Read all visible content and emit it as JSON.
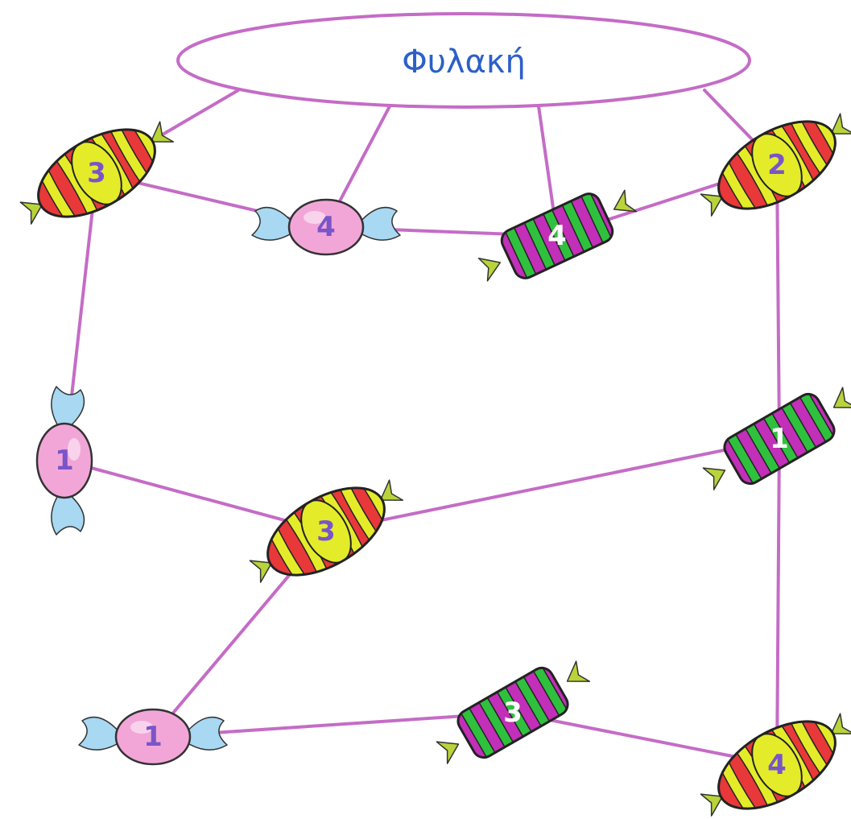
{
  "prison": {
    "label": "Φυλακή"
  },
  "candies": [
    {
      "id": "c-topleft",
      "type": "striped-yellow",
      "number": "3"
    },
    {
      "id": "c-topmid-pink",
      "type": "pink-wrapped",
      "number": "4"
    },
    {
      "id": "c-topmid-green",
      "type": "striped-green",
      "number": "4"
    },
    {
      "id": "c-topright",
      "type": "striped-yellow",
      "number": "2"
    },
    {
      "id": "c-leftmid-pink",
      "type": "pink-wrapped",
      "number": "1"
    },
    {
      "id": "c-rightmid-green",
      "type": "striped-green",
      "number": "1"
    },
    {
      "id": "c-center",
      "type": "striped-yellow",
      "number": "3"
    },
    {
      "id": "c-bottomleft-pink",
      "type": "pink-wrapped",
      "number": "1"
    },
    {
      "id": "c-bottommid-green",
      "type": "striped-green",
      "number": "3"
    },
    {
      "id": "c-bottomright",
      "type": "striped-yellow",
      "number": "4"
    }
  ],
  "edges": [
    [
      "prison",
      "c-topleft"
    ],
    [
      "prison",
      "c-topmid-pink"
    ],
    [
      "prison",
      "c-topmid-green"
    ],
    [
      "prison",
      "c-topright"
    ],
    [
      "c-topleft",
      "c-topmid-pink"
    ],
    [
      "c-topmid-pink",
      "c-topmid-green"
    ],
    [
      "c-topmid-green",
      "c-topright"
    ],
    [
      "c-topleft",
      "c-leftmid-pink"
    ],
    [
      "c-topright",
      "c-rightmid-green"
    ],
    [
      "c-leftmid-pink",
      "c-center"
    ],
    [
      "c-center",
      "c-rightmid-green"
    ],
    [
      "c-center",
      "c-bottomleft-pink"
    ],
    [
      "c-bottomleft-pink",
      "c-bottommid-green"
    ],
    [
      "c-bottommid-green",
      "c-bottomright"
    ],
    [
      "c-rightmid-green",
      "c-bottomright"
    ]
  ],
  "colors": {
    "edge": "#c46cc6",
    "label": "#2c5fc9",
    "candy_red": "#e8383a",
    "candy_yellow": "#e4ec2a",
    "candy_green": "#2fc13e",
    "candy_magenta": "#c22fb8",
    "candy_pink": "#f2a6d8",
    "wrapper_blue": "#a8d8f2",
    "twist_green": "#b8d43a",
    "number_purple": "#7a55c8"
  }
}
